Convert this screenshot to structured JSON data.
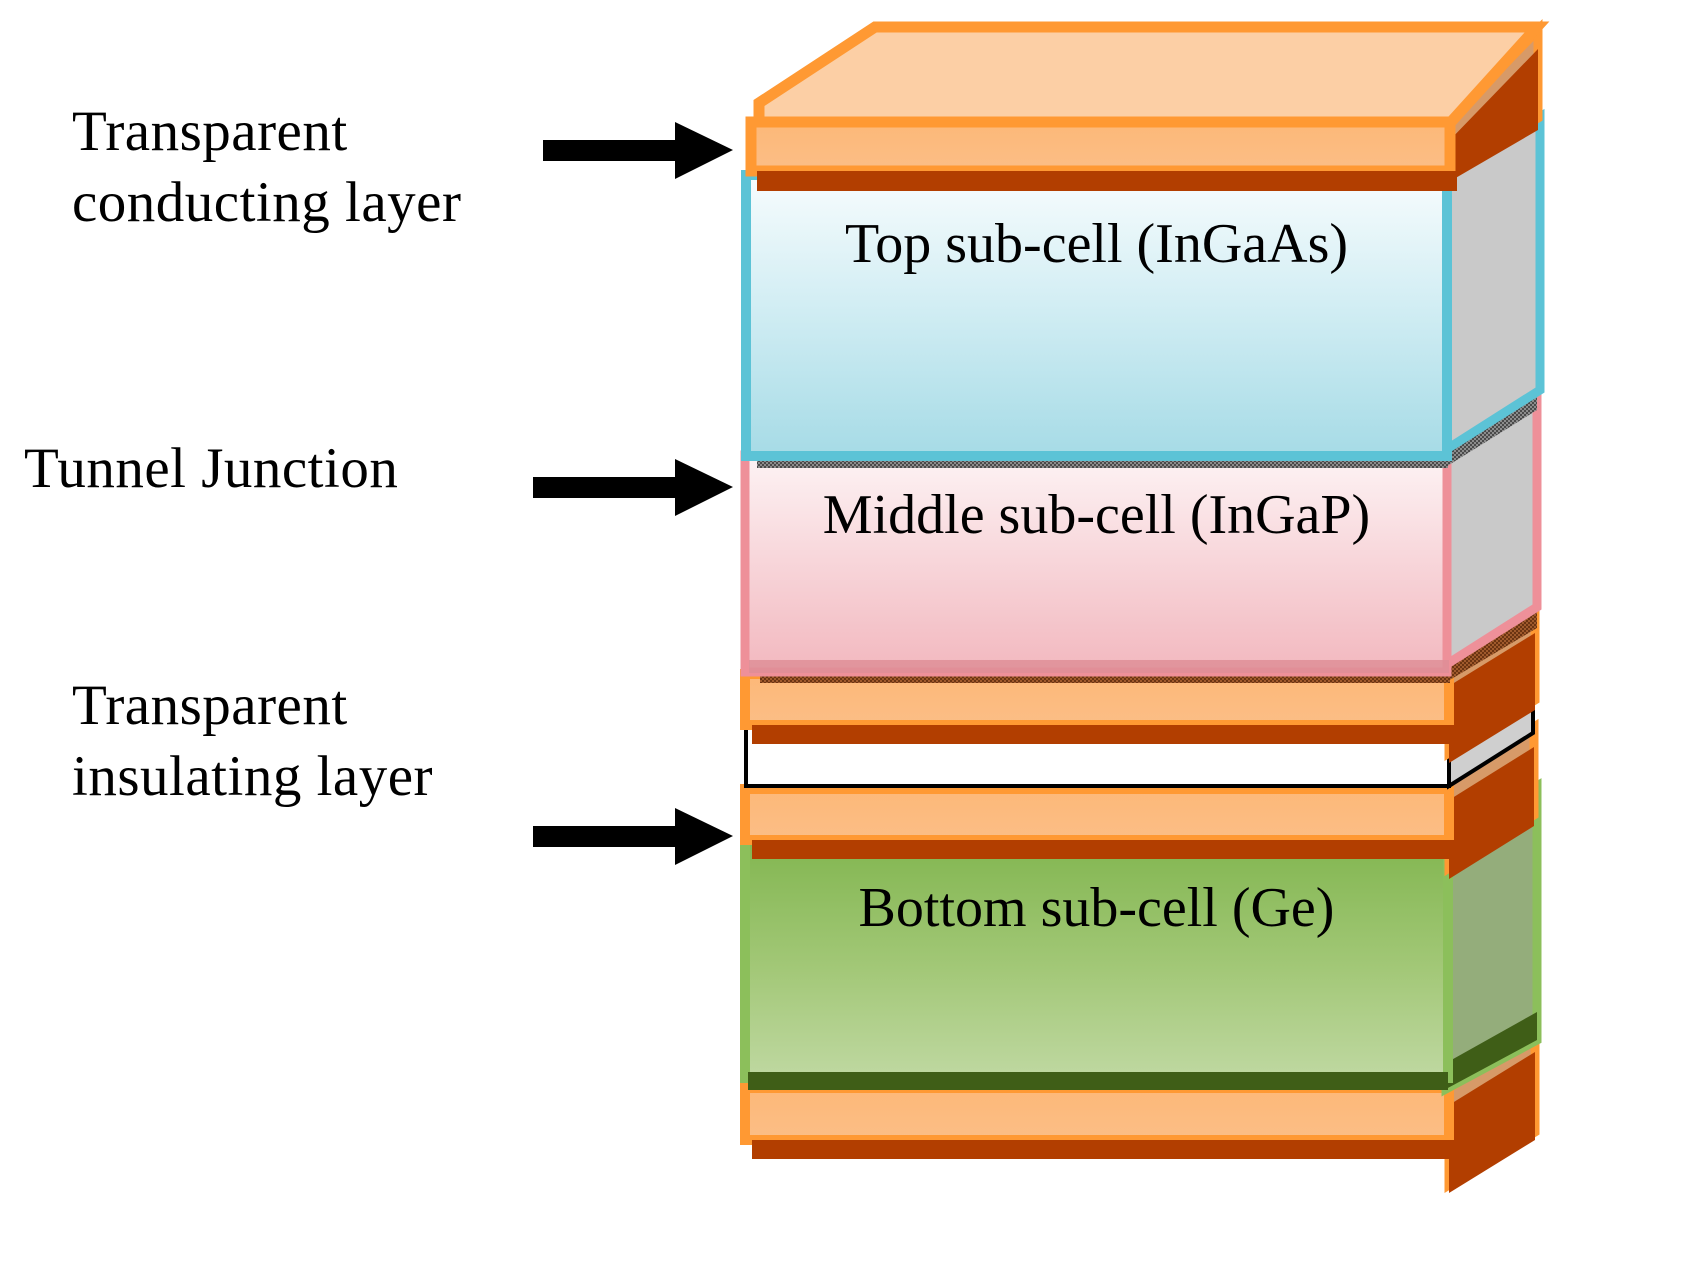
{
  "figure": {
    "type": "multi-junction-solar-cell-stack-diagram",
    "background_color": "#ffffff"
  },
  "callouts": [
    {
      "id": "transparent-conducting-layer",
      "line1": "Transparent",
      "line2": "conducting layer",
      "arrow": "right-arrow-icon"
    },
    {
      "id": "tunnel-junction",
      "line1": "Tunnel Junction",
      "line2": "",
      "arrow": "right-arrow-icon"
    },
    {
      "id": "transparent-insulating-layer",
      "line1": "Transparent",
      "line2": "insulating layer",
      "arrow": "right-arrow-icon"
    }
  ],
  "layers": [
    {
      "id": "top-conducting-slab",
      "label": "",
      "kind": "transparent-conducting-layer",
      "fill_top": "#FCCFA5",
      "fill_front": "#FCB377",
      "stroke": "#FF9933",
      "shadow": "#B23E00"
    },
    {
      "id": "top-sub-cell",
      "label": "Top sub-cell (InGaAs)",
      "kind": "sub-cell",
      "fill_top": "#F3FAFC",
      "fill_bottom": "#A8DCE6",
      "stroke": "#5CC3D6",
      "side_face": "#C9C9C9"
    },
    {
      "id": "tunnel-junction-strip-upper",
      "label": "",
      "kind": "tunnel-junction",
      "fill": "#555555",
      "pattern": "dotted-hatch"
    },
    {
      "id": "middle-sub-cell",
      "label": "Middle sub-cell (InGaP)",
      "kind": "sub-cell",
      "fill_top": "#FDF2F3",
      "fill_bottom": "#F3BCC2",
      "stroke": "#EE9099",
      "side_face": "#C9C9C9"
    },
    {
      "id": "tunnel-junction-strip-lower",
      "label": "",
      "kind": "tunnel-junction",
      "fill": "#5A2B12",
      "pattern": "dotted-hatch"
    },
    {
      "id": "mid-conducting-slab",
      "label": "",
      "kind": "transparent-conducting-layer",
      "fill_front": "#FCB377",
      "stroke": "#FF9933",
      "shadow": "#B23E00"
    },
    {
      "id": "insulating-slab",
      "label": "",
      "kind": "transparent-insulating-layer",
      "fill_front": "#FFFFFF",
      "stroke": "#000000",
      "side_face": "#CFCFCF"
    },
    {
      "id": "lower-conducting-slab",
      "label": "",
      "kind": "transparent-conducting-layer",
      "fill_front": "#FCB377",
      "stroke": "#FF9933",
      "shadow": "#B23E00"
    },
    {
      "id": "bottom-sub-cell",
      "label": "Bottom sub-cell (Ge)",
      "kind": "sub-cell",
      "fill_top": "#84B752",
      "fill_bottom": "#BCD69C",
      "stroke": "#8CBF5B",
      "side_face": "#90A97A",
      "shadow": "#3F5E17"
    },
    {
      "id": "base-conducting-slab",
      "label": "",
      "kind": "transparent-conducting-layer",
      "fill_front": "#FCB377",
      "stroke": "#FF9933",
      "shadow": "#B23E00"
    }
  ],
  "colors": {
    "orange_light": "#FCCFA5",
    "orange_front": "#FCB377",
    "orange_stroke": "#FF9933",
    "orange_dark": "#B23E00",
    "cyan_stroke": "#5CC3D6",
    "cyan_fill_top": "#F3FAFC",
    "cyan_fill_bottom": "#A8DCE6",
    "pink_stroke": "#EE9099",
    "pink_fill_top": "#FDF2F3",
    "pink_fill_bottom": "#F3BCC2",
    "green_stroke": "#8CBF5B",
    "green_fill_top": "#84B752",
    "green_fill_bottom": "#BCD69C",
    "green_dark": "#3F5E17",
    "side_gray": "#C9C9C9",
    "text": "#000000"
  }
}
